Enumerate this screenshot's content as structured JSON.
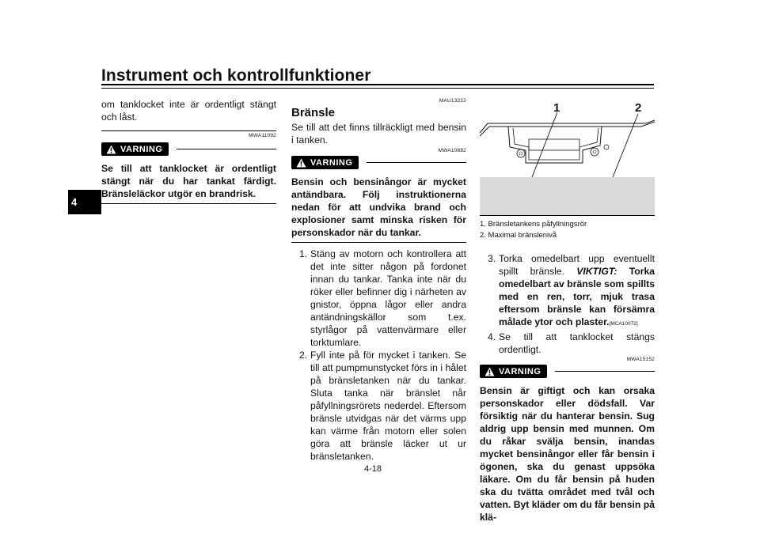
{
  "header": {
    "title": "Instrument och kontrollfunktioner"
  },
  "chapter_tab": "4",
  "page_number": "4-18",
  "left_column": {
    "intro": "om tanklocket inte är ordentligt stängt och låst.",
    "code": "MWA11092",
    "warning_label": "VARNING",
    "warning_text": "Se till att tanklocket är ordentligt stängt när du har tankat färdigt. Bränsleläckor utgör en brandrisk."
  },
  "middle_column": {
    "section_code": "MAU13222",
    "section_title": "Bränsle",
    "intro": "Se till att det finns tillräckligt med bensin i tanken.",
    "warning_code": "MWA10882",
    "warning_label": "VARNING",
    "warning_text": "Bensin och bensinångor är mycket antändbara. Följ instruktionerna nedan för att undvika brand och explosioner samt minska risken för personskador när du tankar.",
    "steps": [
      {
        "num": "1.",
        "text": "Stäng av motorn och kontrollera att det inte sitter någon på fordonet innan du tankar. Tanka inte när du röker eller befinner dig i närheten av gnistor, öppna lågor eller andra antändningskällor som t.ex. styrlågor på vattenvärmare eller torktumlare."
      },
      {
        "num": "2.",
        "text": "Fyll inte på för mycket i tanken. Se till att pumpmunstycket förs in i hålet på bränsletanken när du tankar. Sluta tanka när bränslet når påfyllningsrörets nederdel. Eftersom bränsle utvidgas när det värms upp kan värme från motorn eller solen göra att bränsle läcker ut ur bränsletanken."
      }
    ]
  },
  "right_column": {
    "figure_labels": [
      "1",
      "2"
    ],
    "captions": [
      "1.  Bränsletankens påfyllningsrör",
      "2.  Maximal bränslenivå"
    ],
    "step3_num": "3.",
    "step3_text": "Torka omedelbart upp eventuellt spillt bränsle.",
    "step3_viktigt": "VIKTIGT:",
    "step3_bold": "Torka omedelbart av bränsle som spillts med en ren, torr, mjuk trasa eftersom bränsle kan försämra målade ytor och plaster.",
    "step3_code": "[MCA10072]",
    "step4_num": "4.",
    "step4_text": "Se till att tanklocket stängs ordentligt.",
    "warning_code": "MWA15152",
    "warning_label": "VARNING",
    "warning_text": "Bensin är giftigt och kan orsaka personskador eller dödsfall. Var försiktig när du hanterar bensin. Sug aldrig upp bensin med munnen. Om du råkar svälja bensin, inandas mycket bensinångor eller får bensin i ögonen, ska du genast uppsöka läkare. Om du får bensin på huden ska du tvätta området med tvål och vatten. Byt kläder om du får bensin på klä-"
  },
  "colors": {
    "text": "#111111",
    "figure_fill": "#d9d9d9",
    "rule": "#000000"
  }
}
